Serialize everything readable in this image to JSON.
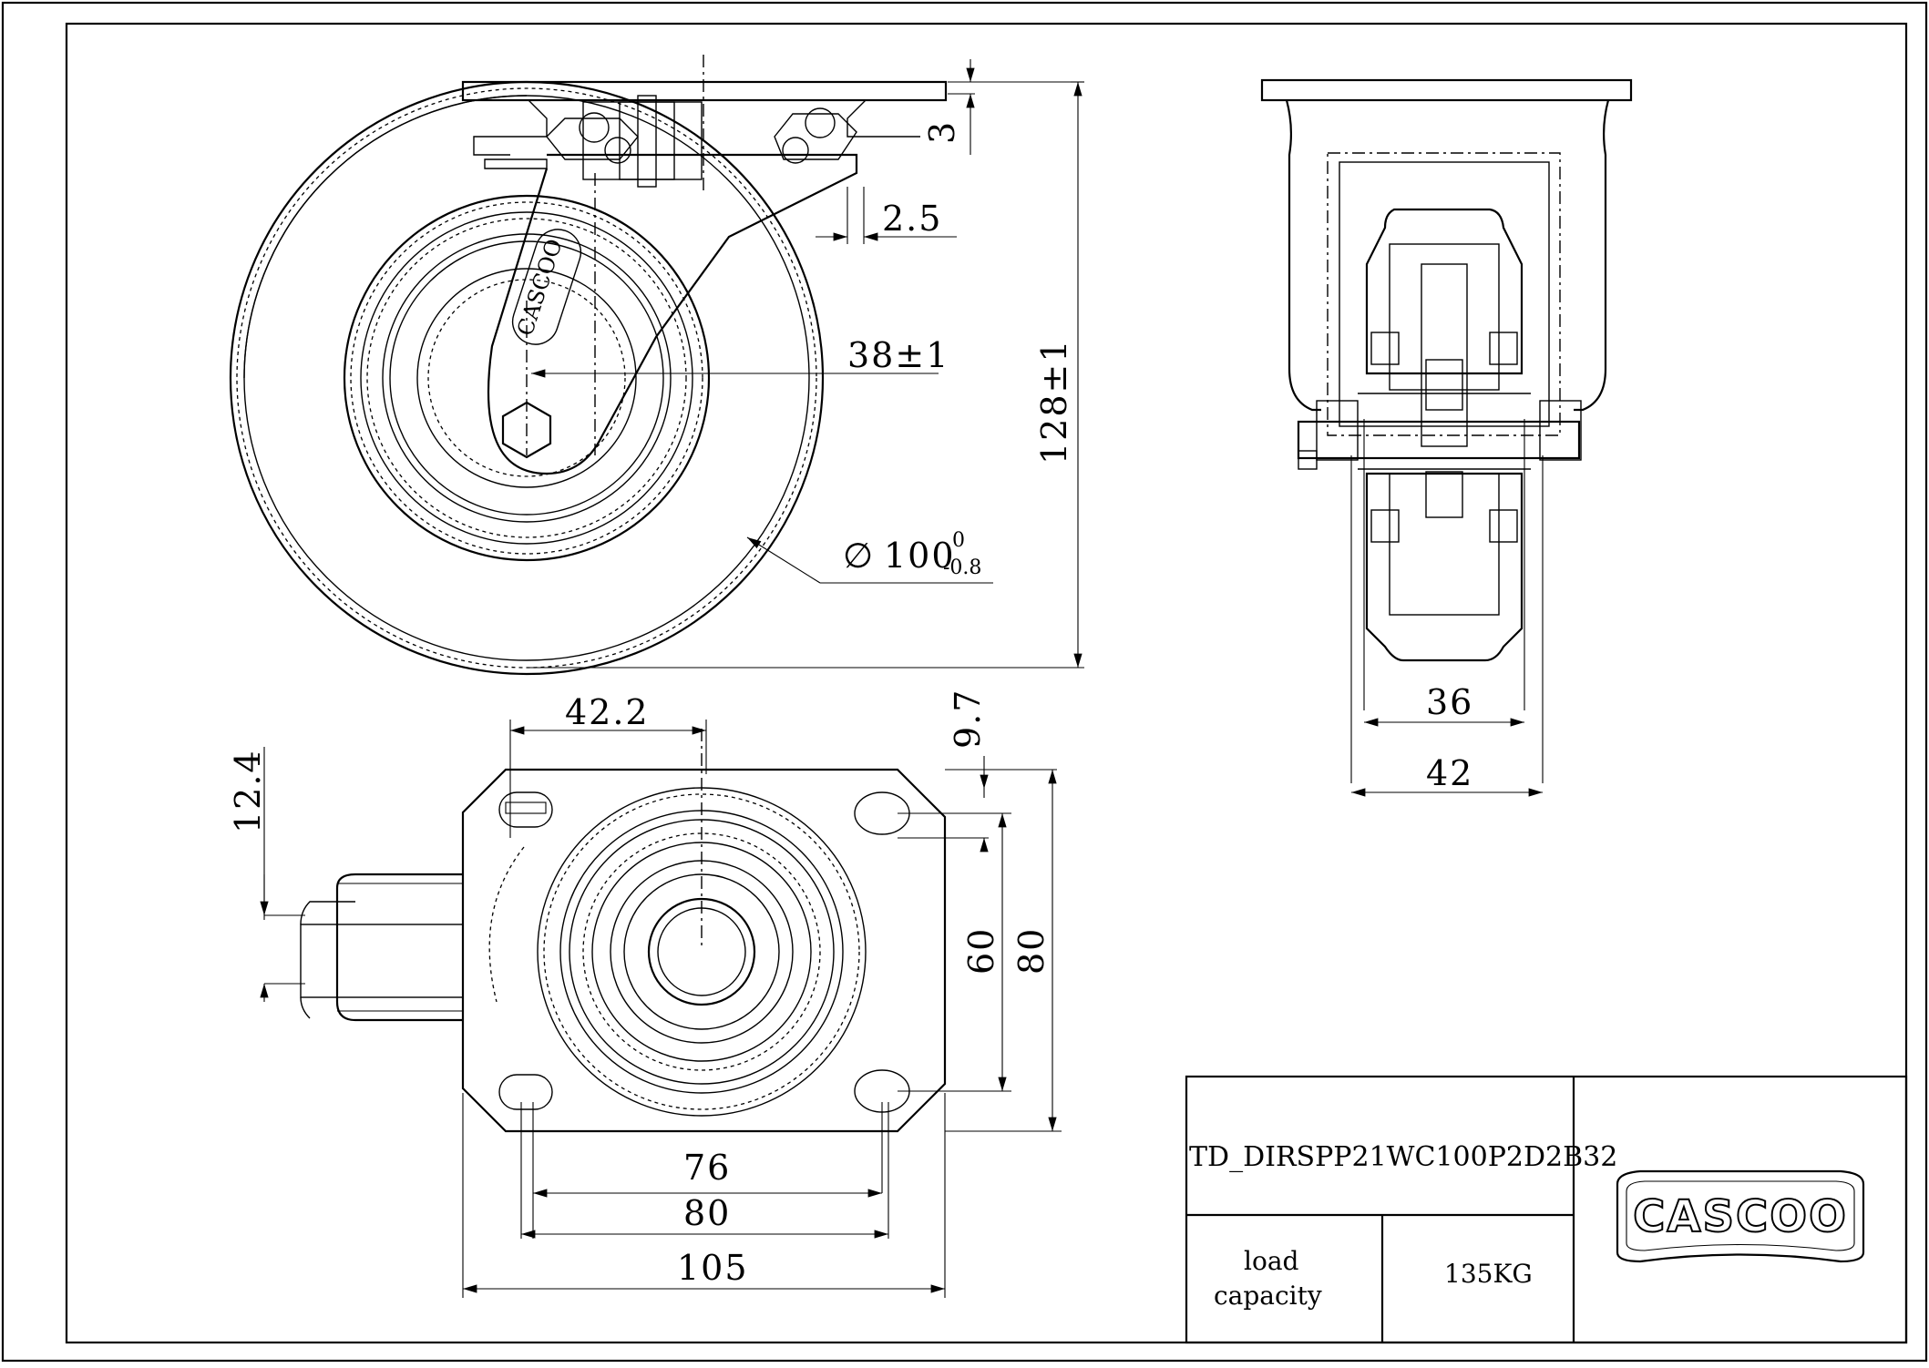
{
  "drawing": {
    "part_number": "TD_DIRSPP21WC100P2D2B32",
    "load_label_line1": "load",
    "load_label_line2": "capacity",
    "load_value": "135KG",
    "logo_text": "CASCOO",
    "wheel_logo_text": "CASCOO"
  },
  "dimensions": {
    "plate_thickness": "3",
    "offset": "2.5",
    "swivel_offset": "38±1",
    "total_height": "128±1",
    "wheel_diameter": "100",
    "wheel_diameter_tol_upper": "0",
    "wheel_diameter_tol_lower": "-0.8",
    "wheel_width": "36",
    "fork_width": "42",
    "hole_offset": "42.2",
    "slot_offset": "9.7",
    "brake_height": "12.4",
    "hole_spacing_y": "60",
    "plate_width_y": "80",
    "hole_spacing_x1": "76",
    "hole_spacing_x2": "80",
    "plate_length": "105"
  },
  "symbols": {
    "diameter": "∅"
  }
}
